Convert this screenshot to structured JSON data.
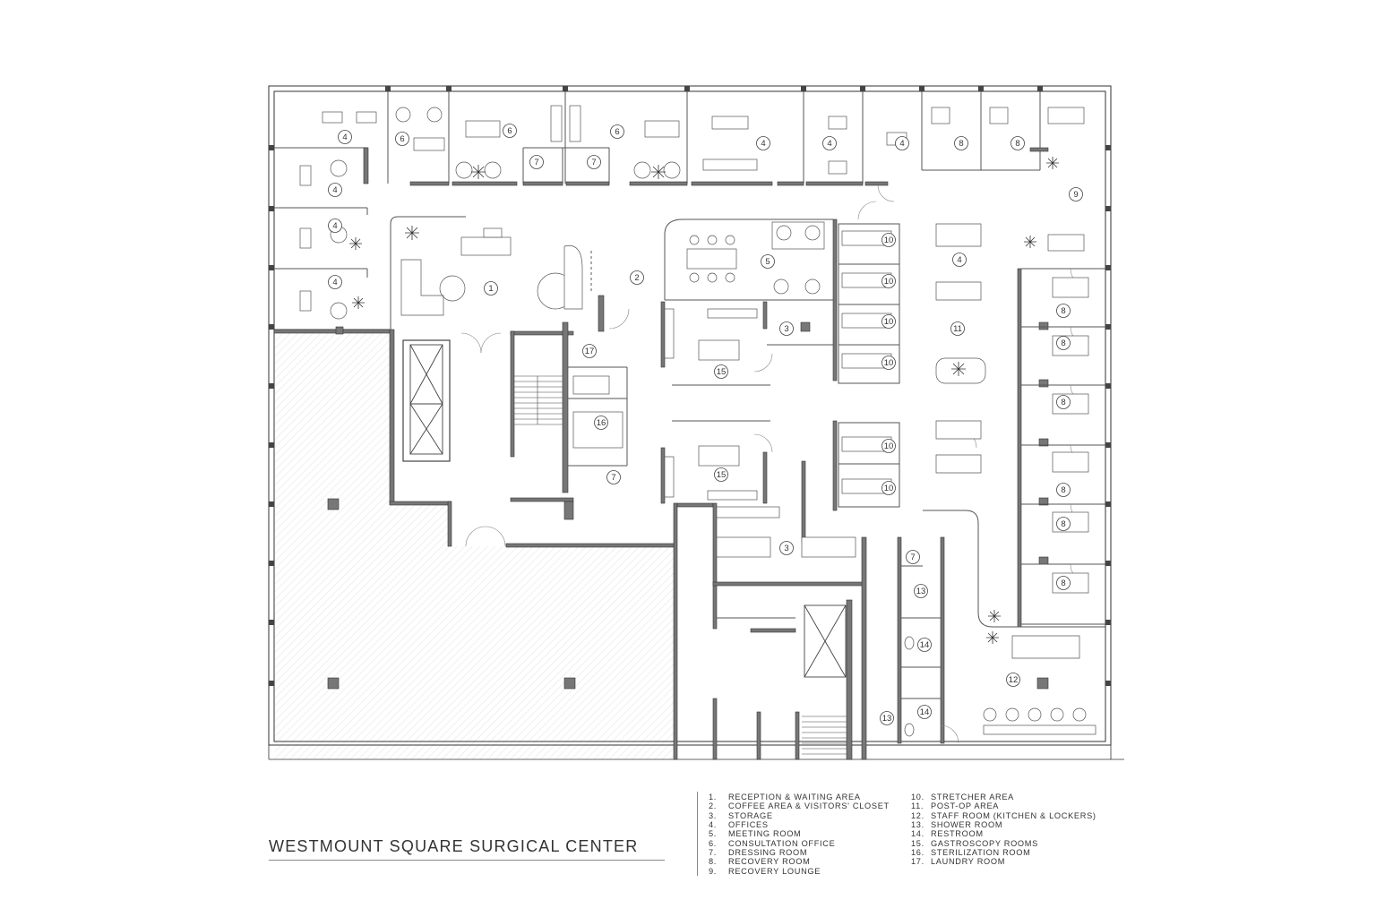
{
  "title": "WESTMOUNT SQUARE SURGICAL CENTER",
  "legend": [
    {
      "num": "1.",
      "label": "RECEPTION & WAITING AREA"
    },
    {
      "num": "2.",
      "label": "COFFEE AREA & VISITORS' CLOSET"
    },
    {
      "num": "3.",
      "label": "STORAGE"
    },
    {
      "num": "4.",
      "label": "OFFICES"
    },
    {
      "num": "5.",
      "label": "MEETING ROOM"
    },
    {
      "num": "6.",
      "label": "CONSULTATION OFFICE"
    },
    {
      "num": "7.",
      "label": "DRESSING ROOM"
    },
    {
      "num": "8.",
      "label": "RECOVERY ROOM"
    },
    {
      "num": "9.",
      "label": "RECOVERY LOUNGE"
    },
    {
      "num": "10.",
      "label": "STRETCHER AREA"
    },
    {
      "num": "11.",
      "label": "POST-OP AREA"
    },
    {
      "num": "12.",
      "label": "STAFF ROOM (KITCHEN & LOCKERS)"
    },
    {
      "num": "13.",
      "label": "SHOWER ROOM"
    },
    {
      "num": "14.",
      "label": "RESTROOM"
    },
    {
      "num": "15.",
      "label": "GASTROSCOPY ROOMS"
    },
    {
      "num": "16.",
      "label": "STERILIZATION ROOM"
    },
    {
      "num": "17.",
      "label": "LAUNDRY ROOM"
    }
  ],
  "room_numbers": [
    "4",
    "6",
    "6",
    "6",
    "7",
    "7",
    "4",
    "4",
    "4",
    "8",
    "8",
    "9",
    "4",
    "4",
    "4",
    "1",
    "2",
    "5",
    "3",
    "10",
    "10",
    "10",
    "10",
    "4",
    "11",
    "17",
    "15",
    "16",
    "7",
    "15",
    "10",
    "10",
    "3",
    "7",
    "13",
    "14",
    "14",
    "13",
    "12",
    "8",
    "8",
    "8",
    "8",
    "8",
    "8"
  ],
  "colors": {
    "line": "#333333",
    "wall": "#777777",
    "hatch": "#c8c8c8"
  }
}
